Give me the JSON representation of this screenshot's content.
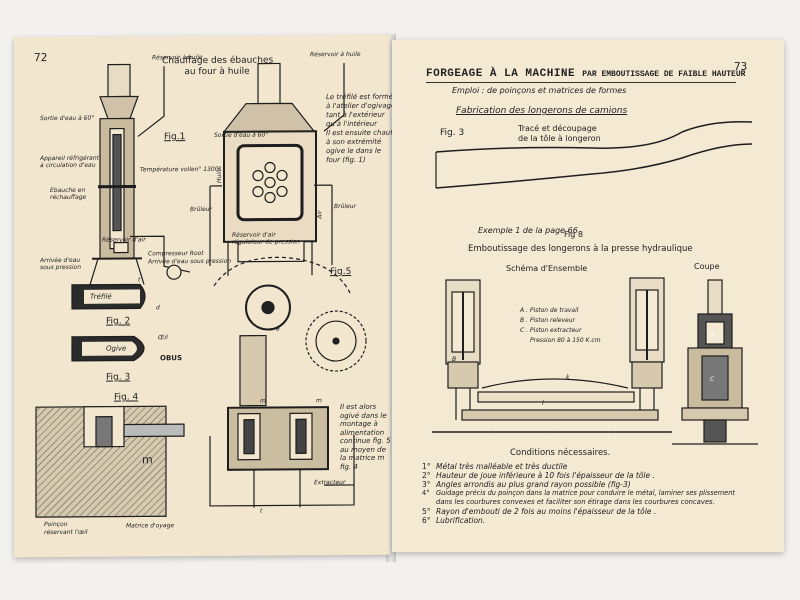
{
  "left_page": {
    "page_number": "72",
    "header": {
      "line1": "Chauffage des ébauches",
      "line2": "au four à huile"
    },
    "labels": {
      "reservoir_huile_1": "Réservoir à huile",
      "reservoir_huile_2": "Réservoir à huile",
      "sortie_eau": "Sortie d'eau à 60°",
      "sortie_eau_2": "Sortie d'eau à 60°",
      "appareil_refrigerant_1": "Appareil réfrigérant",
      "appareil_refrigerant_2": "à circulation d'eau",
      "ebauche_1": "Ebauche en",
      "ebauche_2": "réchauffage",
      "arrivee_eau_1": "Arrivée d'eau",
      "arrivee_eau_2": "sous pression",
      "reservoir_air": "Réservoir d'air",
      "temperature": "Température vollen° 1300°",
      "huile": "Huile",
      "air": "Air",
      "bruleur_1": "Brûleur",
      "bruleur_2": "Brûleur",
      "regulateur_1": "Réservoir d'air",
      "regulateur_2": "régulateur de pression",
      "compresseur": "Compresseur Root",
      "arrivee_eau_pression": "Arrivée d'eau sous pression",
      "trefile": "Tréfilé",
      "ogive": "Ogive",
      "oeil": "Œil",
      "obus": "OBUS",
      "poincon_1": "Poinçon",
      "poincon_2": "réservant l'œil",
      "matrice_doyage": "Matrice d'oyage",
      "extracteur": "Extracteur",
      "m_label": "m",
      "m_label_2": "m",
      "m_label_3": "m",
      "t_label": "t",
      "t_label_2": "t",
      "d_label": "d",
      "letter_a": "a"
    },
    "figures": {
      "fig1": "Fig.1",
      "fig2": "Fig. 2",
      "fig3": "Fig. 3",
      "fig4": "Fig. 4",
      "fig5": "Fig.5"
    },
    "note_trefile": [
      "Le tréfilé est formé",
      "à l'atelier d'ogivage",
      "tant à l'extérieur",
      "qu'à l'intérieur",
      "Il est ensuite chauffé",
      "à son extrémité",
      "ogive le dans le",
      "four (fig. 1)"
    ],
    "note_ogive": [
      "Il est alors",
      "ogivé dans le",
      "montage à",
      "alimentation",
      "continue fig. 5",
      "au moyen de",
      "la matrice m",
      "fig. 4"
    ]
  },
  "right_page": {
    "page_number": "73",
    "title_main": "FORGEAGE À LA MACHINE",
    "title_small": "PAR EMBOUTISSAGE DE FAIBLE HAUTEUR",
    "subtitle": "Emploi : de poinçons et matrices de formes",
    "section_title": "Fabrication des longerons de camions",
    "fig3_label": "Fig. 3",
    "fig3_caption_1": "Tracé et découpage",
    "fig3_caption_2": "de la tôle à longeron",
    "exemple": "Exemple 1 de la page 66",
    "fig8_label": "Fig 8",
    "fig8_title": "Emboutissage des longerons à la presse hydraulique",
    "schema": "Schéma d'Ensemble",
    "coupe": "Coupe",
    "legend": {
      "a": "A . Piston de travail",
      "b": "B . Piston releveur",
      "c": "C . Piston extracteur",
      "p": "Pression 80 à 150 K.cm"
    },
    "small_labels": {
      "k": "k",
      "l": "l",
      "a": "A",
      "c": "C",
      "b": "B"
    },
    "conditions_title": "Conditions nécessaires.",
    "conditions": [
      {
        "n": "1°",
        "text": "Métal très malléable et très ductile"
      },
      {
        "n": "2°",
        "text": "Hauteur de joue inférieure à 10 fois l'épaisseur de la tôle ."
      },
      {
        "n": "3°",
        "text": "Angles arrondis au plus grand rayon possible (fig-3)"
      },
      {
        "n": "4°",
        "text": "Guidage précis du poinçon dans la matrice pour conduire le métal, laminer ses plissement"
      },
      {
        "n": "",
        "text": "dans les courbures convexes et faciliter son étirage dans les courbures concaves."
      },
      {
        "n": "5°",
        "text": "Rayon d'embouti de 2 fois au moins l'épaisseur de la tôle ."
      },
      {
        "n": "6°",
        "text": "Lubrification."
      }
    ]
  }
}
